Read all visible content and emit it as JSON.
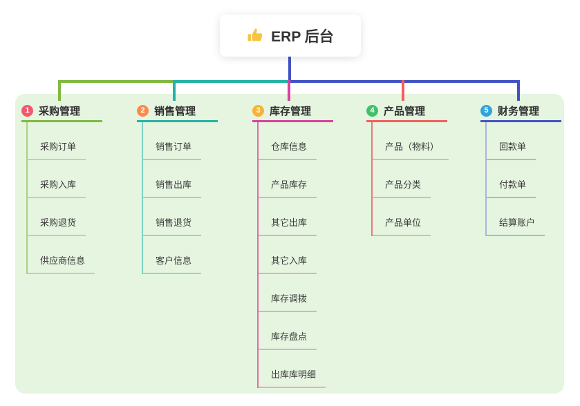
{
  "root": {
    "title": "ERP 后台",
    "icon": "thumbs-up-icon"
  },
  "connector": {
    "root_color": "#4353c5"
  },
  "colors": {
    "page_bg": "#ffffff",
    "panel_bg": "#e5f5e0",
    "card_bg": "#ffffff",
    "title_text": "#2f2f2f",
    "child_text": "#3c3c3c"
  },
  "branches": [
    {
      "badge": "1",
      "title": "采购管理",
      "colors": {
        "badge": "#f4586d",
        "line": "#7fb940",
        "light": "#b7db92",
        "vline": "#a9d37f"
      },
      "children": [
        "采购订单",
        "采购入库",
        "采购退货",
        "供应商信息"
      ]
    },
    {
      "badge": "2",
      "title": "销售管理",
      "colors": {
        "badge": "#fb8b4c",
        "line": "#23b3a4",
        "light": "#8ed8cd",
        "vline": "#7fd0c4"
      },
      "children": [
        "销售订单",
        "销售出库",
        "销售退货",
        "客户信息"
      ]
    },
    {
      "badge": "3",
      "title": "库存管理",
      "colors": {
        "badge": "#f9b233",
        "line": "#d8419f",
        "light": "#f2a3d1",
        "vline": "#ee64ab"
      },
      "children": [
        "仓库信息",
        "产品库存",
        "其它出库",
        "其它入库",
        "库存调拨",
        "库存盘点",
        "出库库明细"
      ]
    },
    {
      "badge": "4",
      "title": "产品管理",
      "colors": {
        "badge": "#41c16a",
        "line": "#f25e5e",
        "light": "#f6adad",
        "vline": "#f3747b"
      },
      "children": [
        "产品（物料）",
        "产品分类",
        "产品单位"
      ]
    },
    {
      "badge": "5",
      "title": "财务管理",
      "colors": {
        "badge": "#33a3db",
        "line": "#4353c5",
        "light": "#aab6df",
        "vline": "#a9b5de"
      },
      "children": [
        "回款单",
        "付款单",
        "结算账户"
      ]
    }
  ]
}
